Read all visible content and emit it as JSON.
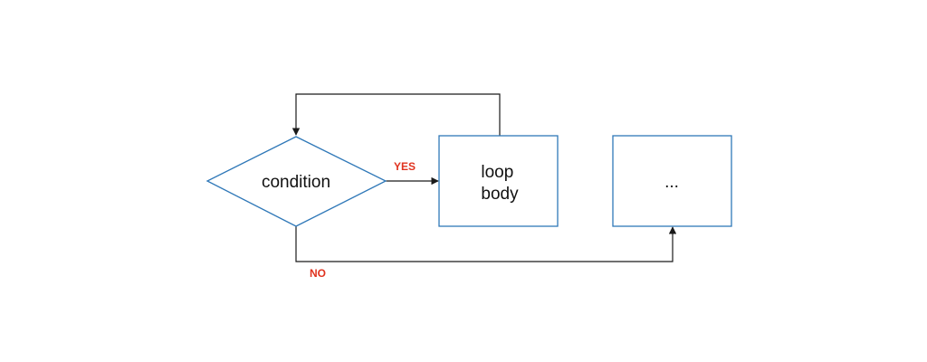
{
  "diagram": {
    "nodes": {
      "condition": {
        "label": "condition",
        "shape": "diamond"
      },
      "loop_body": {
        "lines": [
          "loop",
          "body"
        ],
        "shape": "rectangle"
      },
      "next": {
        "label": "...",
        "shape": "rectangle"
      }
    },
    "edges": {
      "yes": {
        "label": "YES",
        "from": "condition",
        "to": "loop_body"
      },
      "no": {
        "label": "NO",
        "from": "condition",
        "to": "next"
      },
      "loop_back": {
        "label": "",
        "from": "loop_body",
        "to": "condition"
      }
    },
    "colors": {
      "node_border": "#2f78b8",
      "edge_line": "#1a1a1a",
      "edge_label": "#e0321e",
      "text": "#111111",
      "background": "#ffffff"
    }
  }
}
